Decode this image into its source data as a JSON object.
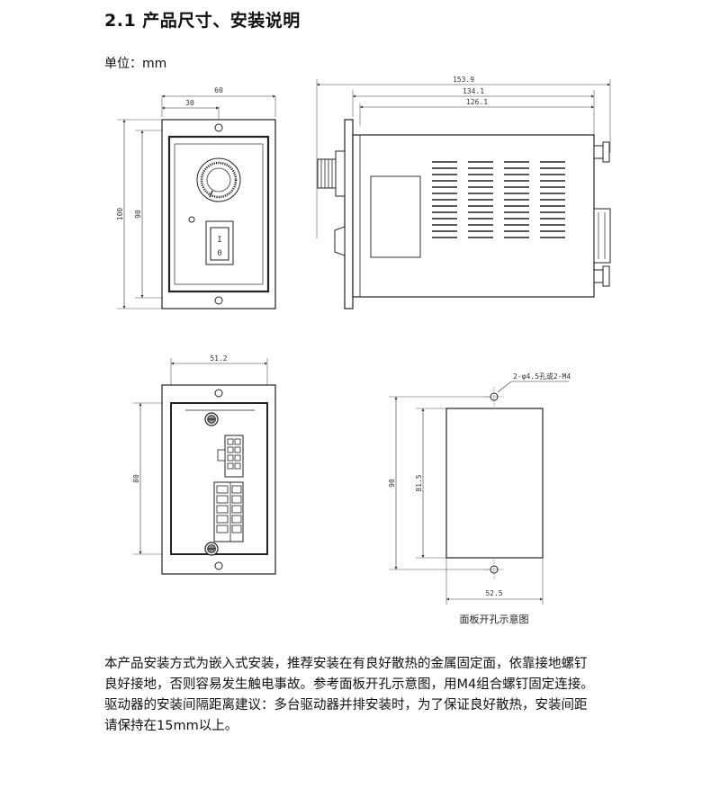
{
  "heading": "2.1  产品尺寸、安装说明",
  "unit_label": "单位：mm",
  "front_view": {
    "dim_width": "60",
    "dim_half_width": "30",
    "dim_height": "100",
    "dim_inner_height": "90",
    "switch_on": "I",
    "switch_off": "0"
  },
  "side_view": {
    "dim_overall": "153.9",
    "dim_body": "134.1",
    "dim_housing": "126.1"
  },
  "rear_view": {
    "dim_width": "51.2",
    "dim_height": "80"
  },
  "cutout": {
    "hole_note": "2-φ4.5孔或2-M4",
    "dim_outer_height": "90",
    "dim_cut_height": "81.5",
    "dim_cut_width": "52.5",
    "caption": "面板开孔示意图"
  },
  "paragraph_lines": [
    "本产品安装方式为嵌入式安装，推荐安装在有良好散热的金属固定面，依靠接地螺钉",
    "良好接地，否则容易发生触电事故。参考面板开孔示意图，用M4组合螺钉固定连接。",
    "驱动器的安装间隔距离建议：多台驱动器并排安装时，为了保证良好散热，安装间距",
    "请保持在15mm以上。"
  ]
}
